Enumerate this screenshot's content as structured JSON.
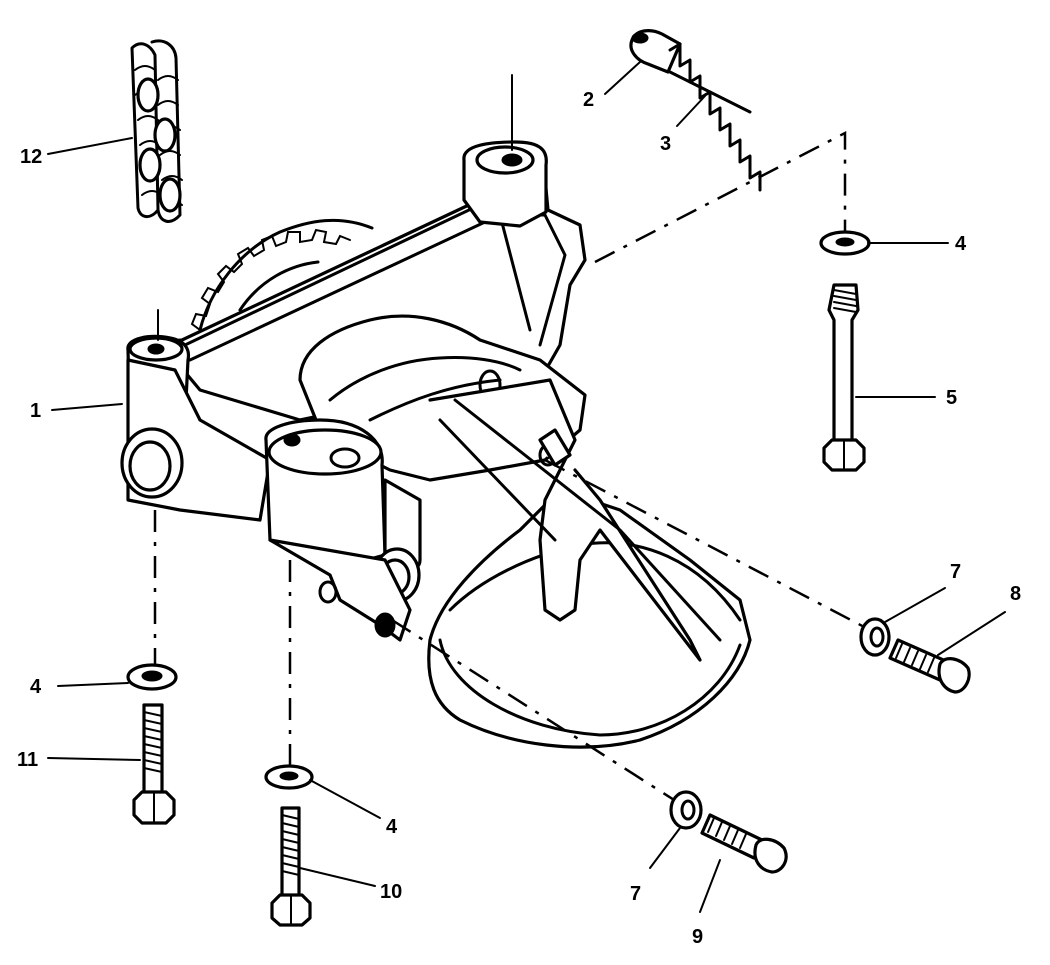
{
  "callouts": {
    "c1": "1",
    "c2": "2",
    "c3": "3",
    "c4a": "4",
    "c4b": "4",
    "c4c": "4",
    "c5": "5",
    "c7a": "7",
    "c7b": "7",
    "c8": "8",
    "c9": "9",
    "c10": "10",
    "c11": "11",
    "c12": "12"
  }
}
